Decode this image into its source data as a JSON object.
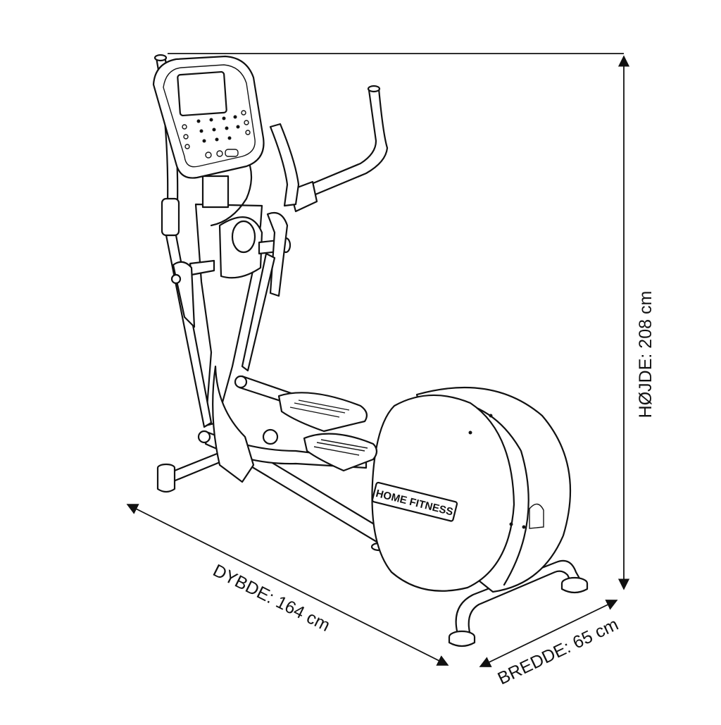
{
  "dimensions": {
    "height_label": "HØJDE: 208 cm",
    "depth_label": "DYBDE: 164 cm",
    "width_label": "BREDDE: 65 cm"
  },
  "brand": {
    "flywheel_label": "HOME FITNESS"
  },
  "colors": {
    "line": "#111111",
    "background": "#ffffff"
  }
}
